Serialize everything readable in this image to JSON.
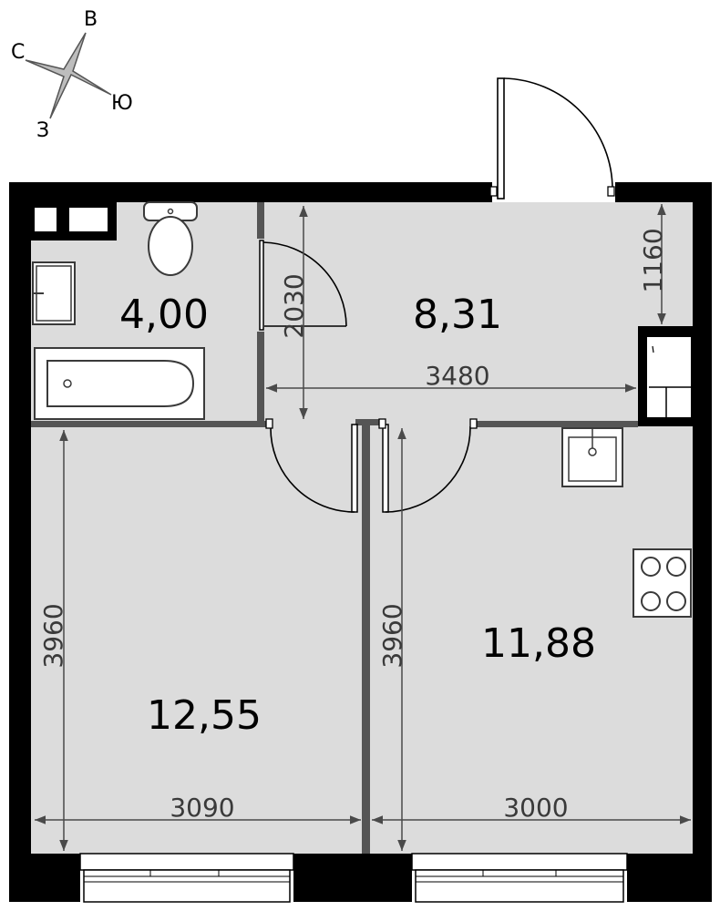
{
  "compass": {
    "north": "С",
    "east": "В",
    "south": "Ю",
    "west": "З"
  },
  "rooms": [
    {
      "id": "bathroom",
      "area": "4,00"
    },
    {
      "id": "hallway",
      "area": "8,31"
    },
    {
      "id": "bedroom",
      "area": "12,55"
    },
    {
      "id": "kitchen",
      "area": "11,88"
    }
  ],
  "dimensions": {
    "hall_height": "2030",
    "hall_width": "3480",
    "entrance_depth": "1160",
    "bedroom_height": "3960",
    "kitchen_height": "3960",
    "bedroom_width": "3090",
    "kitchen_width": "3000"
  },
  "colors": {
    "wall": "#000000",
    "floor": "#dcdcdc",
    "partition": "#555555"
  }
}
